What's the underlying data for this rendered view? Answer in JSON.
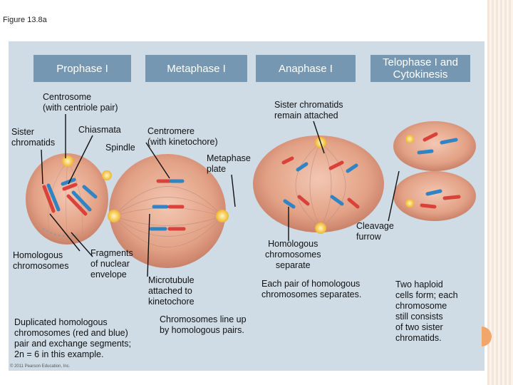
{
  "figure_label": "Figure 13.8a",
  "stages": [
    {
      "label": "Prophase I"
    },
    {
      "label": "Metaphase I"
    },
    {
      "label": "Anaphase I"
    },
    {
      "label": "Telophase I and\nCytokinesis"
    }
  ],
  "annotations": {
    "centrosome": "Centrosome\n(with centriole pair)",
    "sister_chromatids": "Sister\nchromatids",
    "chiasmata": "Chiasmata",
    "spindle": "Spindle",
    "centromere": "Centromere\n(with kinetochore)",
    "metaphase_plate": "Metaphase\nplate",
    "sister_remain": "Sister chromatids\nremain attached",
    "homologous_chromosomes": "Homologous\nchromosomes",
    "fragments": "Fragments\nof nuclear\nenvelope",
    "microtubule": "Microtubule\nattached to\nkinetochore",
    "homologous_separate": "Homologous\nchromosomes\nseparate",
    "cleavage": "Cleavage\nfurrow",
    "duplicated": "Duplicated homologous\nchromosomes (red and blue)\npair and exchange segments;\n2n = 6 in this example.",
    "line_up": "Chromosomes line up\nby homologous pairs.",
    "pair_separates": "Each pair of homologous\nchromosomes separates.",
    "haploid": "Two haploid\ncells form; each\nchromosome\nstill consists\nof two sister\nchromatids."
  },
  "colors": {
    "panel": "#cfdce6",
    "stage_label_bg": "#7597b1",
    "chromosome_red": "#d9413a",
    "chromosome_blue": "#2e84c4",
    "cell_fill": "#e7a98f",
    "centrosome": "#f5c43c"
  },
  "copyright": "© 2011 Pearson Education, Inc."
}
